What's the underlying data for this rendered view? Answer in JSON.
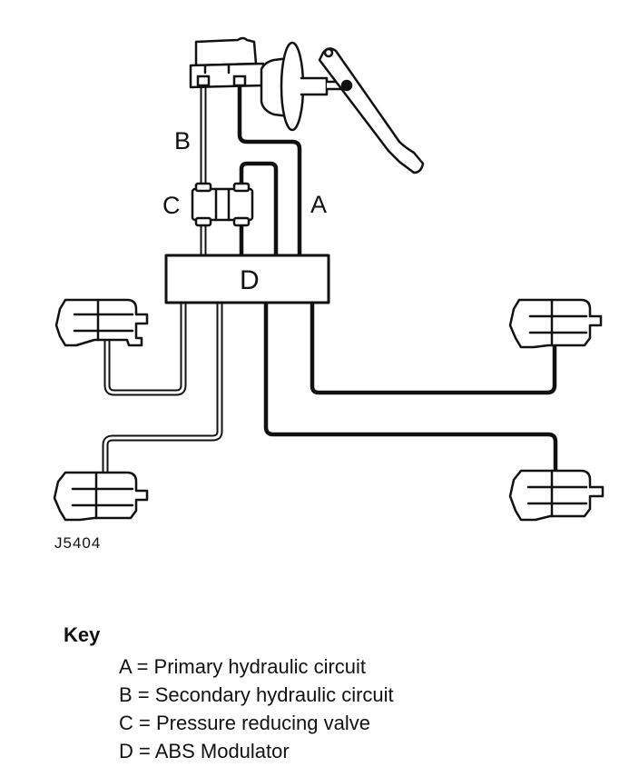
{
  "diagram": {
    "labels": {
      "a": "A",
      "b": "B",
      "c": "C",
      "d": "D"
    },
    "reference": "J5404"
  },
  "key": {
    "title": "Key",
    "items": [
      {
        "letter": "A",
        "text": "A = Primary hydraulic circuit"
      },
      {
        "letter": "B",
        "text": "B = Secondary hydraulic circuit"
      },
      {
        "letter": "C",
        "text": "C = Pressure reducing valve"
      },
      {
        "letter": "D",
        "text": "D = ABS Modulator"
      }
    ]
  }
}
